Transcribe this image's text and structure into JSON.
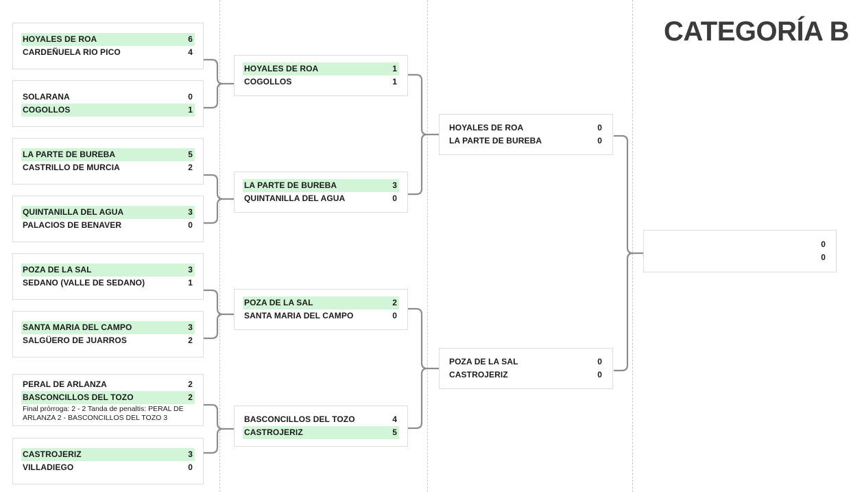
{
  "title": "CATEGORÍA B",
  "colors": {
    "winner_highlight": "#d2f5d8",
    "box_border": "#dcdcdc",
    "connector": "#8c8c8c",
    "divider": "#c8c8c8",
    "title": "#3b3b3b",
    "text": "#1a1a1a"
  },
  "rounds": [
    {
      "name": "round-of-16",
      "matches": [
        {
          "id": "r1-m1",
          "teams": [
            {
              "name": "HOYALES DE ROA",
              "score": "6",
              "winner": true
            },
            {
              "name": "CARDEÑUELA RIO PICO",
              "score": "4",
              "winner": false
            }
          ],
          "note": ""
        },
        {
          "id": "r1-m2",
          "teams": [
            {
              "name": "SOLARANA",
              "score": "0",
              "winner": false
            },
            {
              "name": "COGOLLOS",
              "score": "1",
              "winner": true
            }
          ],
          "note": ""
        },
        {
          "id": "r1-m3",
          "teams": [
            {
              "name": "LA PARTE DE BUREBA",
              "score": "5",
              "winner": true
            },
            {
              "name": "CASTRILLO DE MURCIA",
              "score": "2",
              "winner": false
            }
          ],
          "note": ""
        },
        {
          "id": "r1-m4",
          "teams": [
            {
              "name": "QUINTANILLA DEL AGUA",
              "score": "3",
              "winner": true
            },
            {
              "name": "PALACIOS DE BENAVER",
              "score": "0",
              "winner": false
            }
          ],
          "note": ""
        },
        {
          "id": "r1-m5",
          "teams": [
            {
              "name": "POZA DE LA SAL",
              "score": "3",
              "winner": true
            },
            {
              "name": "SEDANO (VALLE DE SEDANO)",
              "score": "1",
              "winner": false
            }
          ],
          "note": ""
        },
        {
          "id": "r1-m6",
          "teams": [
            {
              "name": "SANTA MARIA DEL CAMPO",
              "score": "3",
              "winner": true
            },
            {
              "name": "SALGÜERO DE JUARROS",
              "score": "2",
              "winner": false
            }
          ],
          "note": ""
        },
        {
          "id": "r1-m7",
          "teams": [
            {
              "name": "PERAL DE ARLANZA",
              "score": "2",
              "winner": false
            },
            {
              "name": "BASCONCILLOS DEL TOZO",
              "score": "2",
              "winner": true
            }
          ],
          "note": "Final prórroga: 2 - 2 Tanda de penaltis: PERAL DE ARLANZA 2 - BASCONCILLOS DEL TOZO 3"
        },
        {
          "id": "r1-m8",
          "teams": [
            {
              "name": "CASTROJERIZ",
              "score": "3",
              "winner": true
            },
            {
              "name": "VILLADIEGO",
              "score": "0",
              "winner": false
            }
          ],
          "note": ""
        }
      ]
    },
    {
      "name": "quarter-finals",
      "matches": [
        {
          "id": "r2-m1",
          "teams": [
            {
              "name": "HOYALES DE ROA",
              "score": "1",
              "winner": true
            },
            {
              "name": "COGOLLOS",
              "score": "1",
              "winner": false
            }
          ],
          "note": ""
        },
        {
          "id": "r2-m2",
          "teams": [
            {
              "name": "LA PARTE DE BUREBA",
              "score": "3",
              "winner": true
            },
            {
              "name": "QUINTANILLA DEL AGUA",
              "score": "0",
              "winner": false
            }
          ],
          "note": ""
        },
        {
          "id": "r2-m3",
          "teams": [
            {
              "name": "POZA DE LA SAL",
              "score": "2",
              "winner": true
            },
            {
              "name": "SANTA MARIA DEL CAMPO",
              "score": "0",
              "winner": false
            }
          ],
          "note": ""
        },
        {
          "id": "r2-m4",
          "teams": [
            {
              "name": "BASCONCILLOS DEL TOZO",
              "score": "4",
              "winner": false
            },
            {
              "name": "CASTROJERIZ",
              "score": "5",
              "winner": true
            }
          ],
          "note": ""
        }
      ]
    },
    {
      "name": "semi-finals",
      "matches": [
        {
          "id": "r3-m1",
          "teams": [
            {
              "name": "HOYALES DE ROA",
              "score": "0",
              "winner": false
            },
            {
              "name": "LA PARTE DE BUREBA",
              "score": "0",
              "winner": false
            }
          ],
          "note": ""
        },
        {
          "id": "r3-m2",
          "teams": [
            {
              "name": "POZA DE LA SAL",
              "score": "0",
              "winner": false
            },
            {
              "name": "CASTROJERIZ",
              "score": "0",
              "winner": false
            }
          ],
          "note": ""
        }
      ]
    },
    {
      "name": "final",
      "matches": [
        {
          "id": "r4-m1",
          "teams": [
            {
              "name": "",
              "score": "0",
              "winner": false
            },
            {
              "name": "",
              "score": "0",
              "winner": false
            }
          ],
          "note": ""
        }
      ]
    }
  ]
}
